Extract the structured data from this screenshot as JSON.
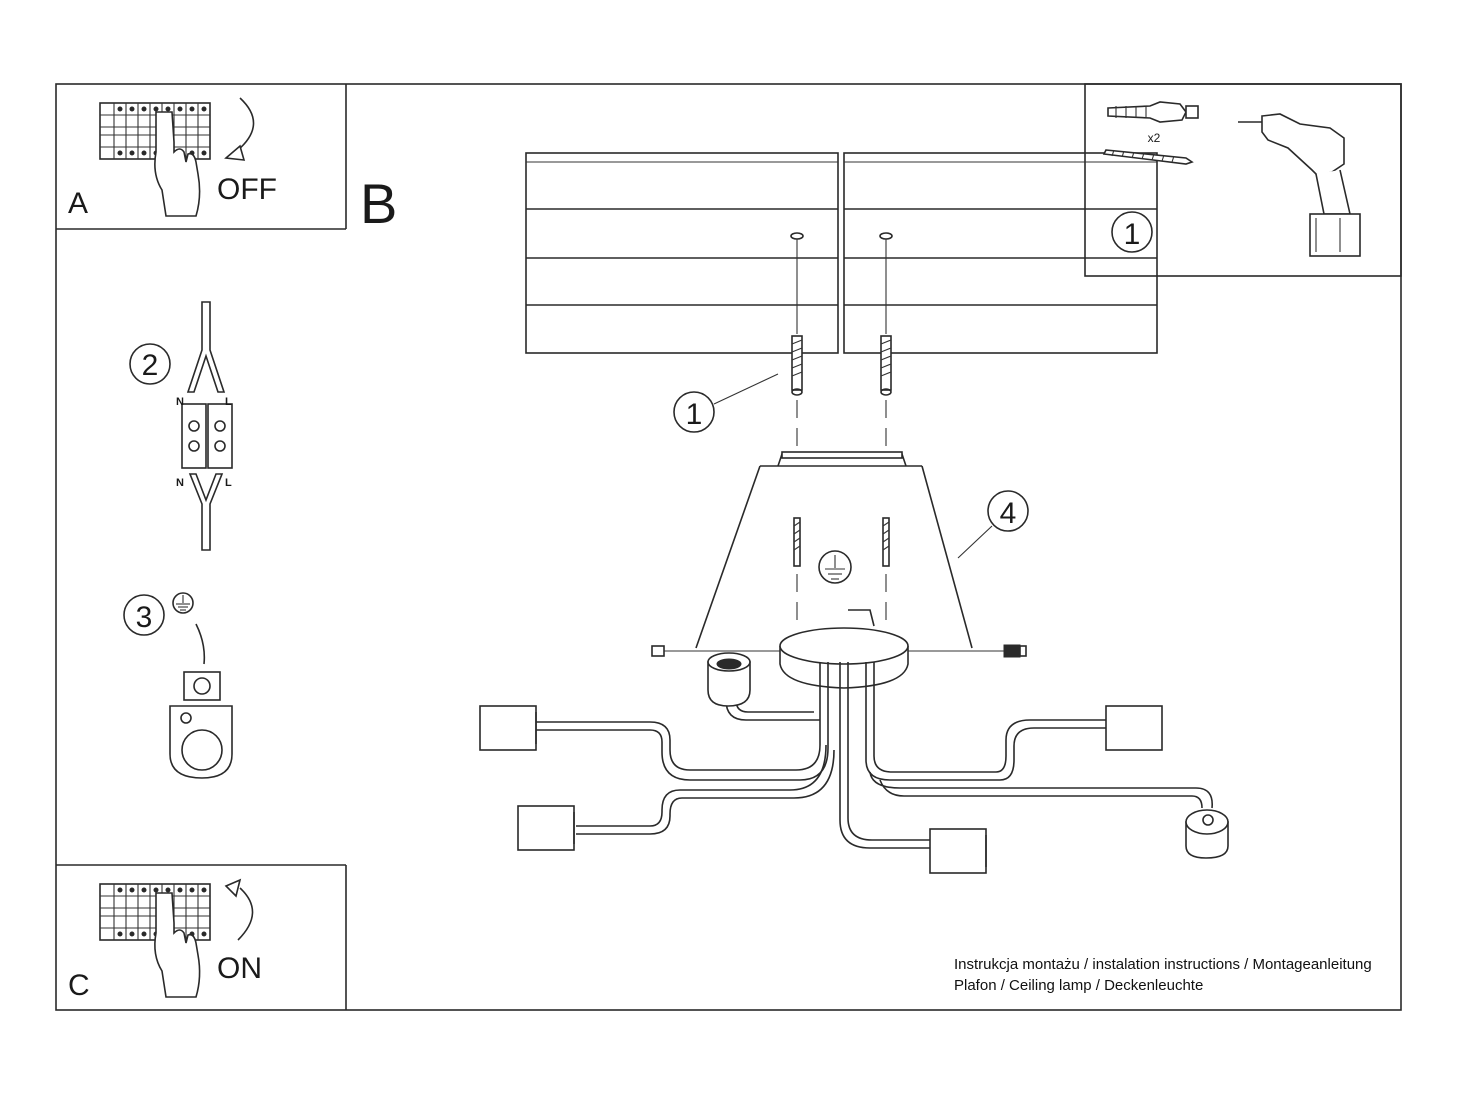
{
  "panels": {
    "a": {
      "letter": "A",
      "action": "OFF"
    },
    "b": {
      "letter": "B"
    },
    "c": {
      "letter": "C",
      "action": "ON"
    }
  },
  "steps": {
    "step1": "1",
    "step2": "2",
    "step3": "3",
    "step4": "4",
    "inset_step": "1"
  },
  "terminal": {
    "neutral": "N",
    "live": "L"
  },
  "hardware": {
    "quantity": "x2"
  },
  "icons": [
    "breaker-icon",
    "hand-icon",
    "arrow-icon",
    "ground-icon",
    "drill-icon",
    "dowel-icon",
    "screw-icon"
  ],
  "caption": {
    "line1": "Instrukcja montażu / instalation instructions / Montageanleitung",
    "line2": "Plafon / Ceiling lamp / Deckenleuchte"
  }
}
